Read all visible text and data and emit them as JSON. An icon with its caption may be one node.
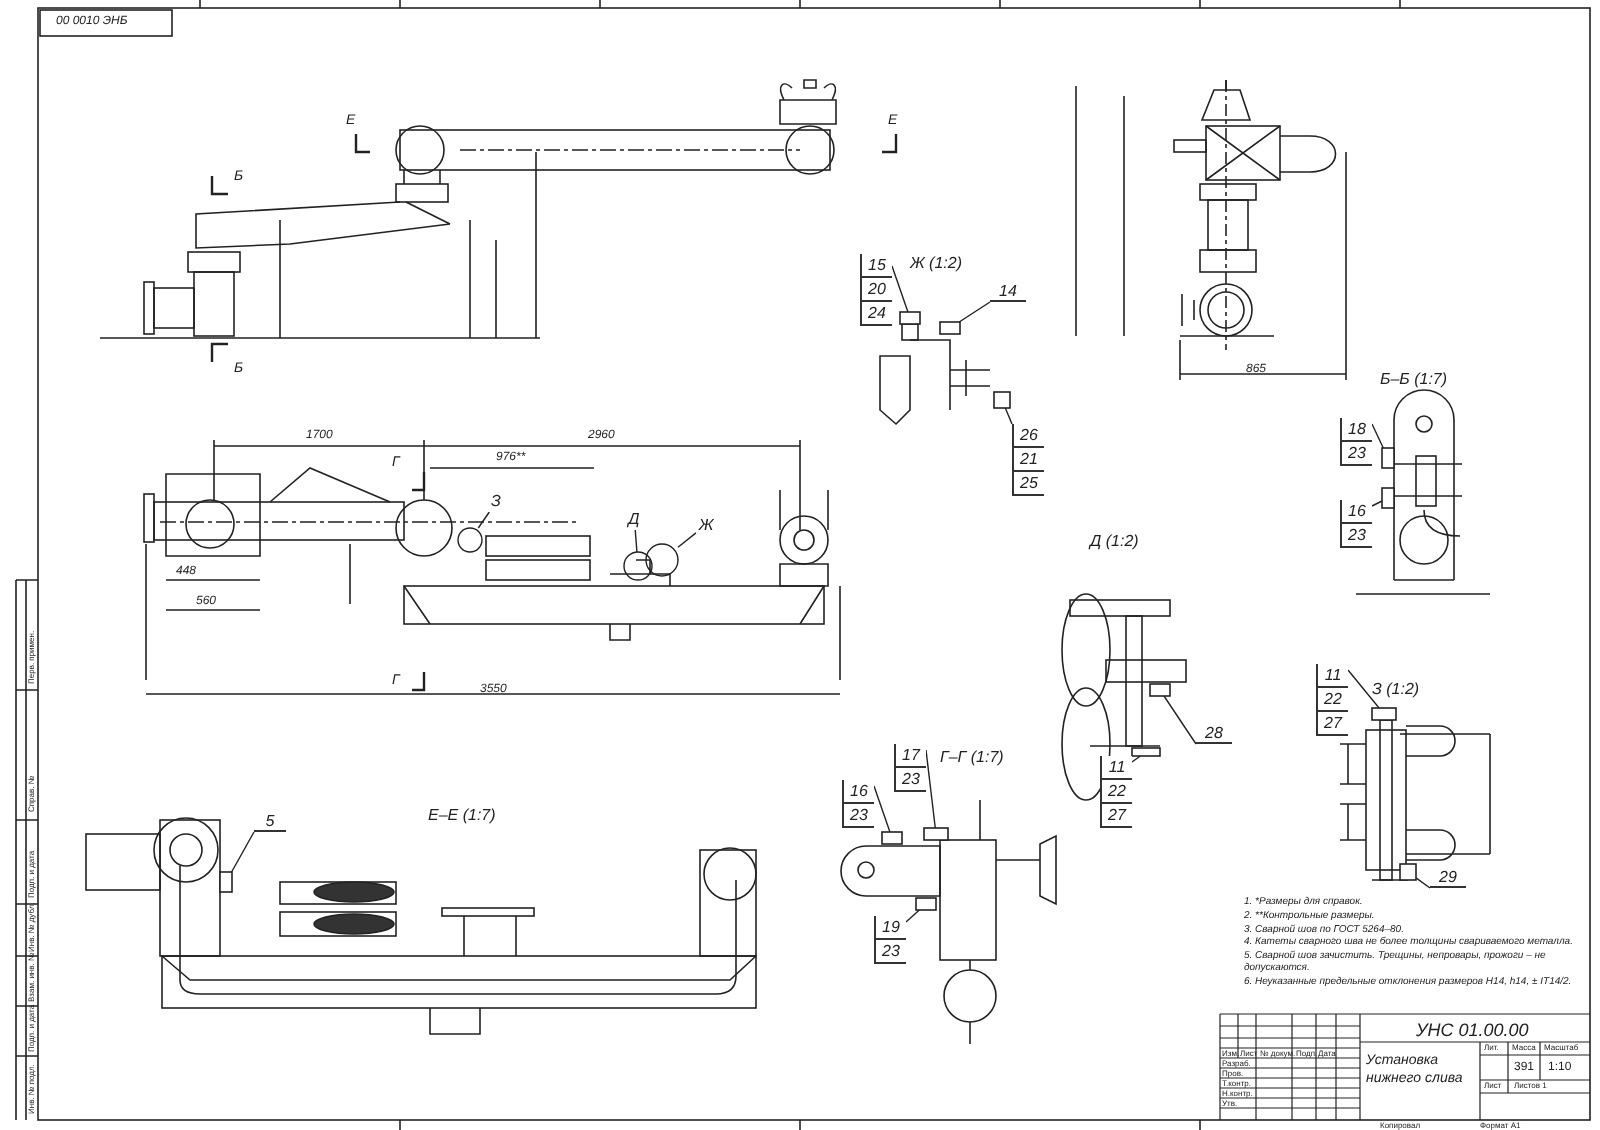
{
  "diagram": {
    "nodes": [
      {
        "text": [
          "15"
        ]
      },
      {
        "text": [
          "20"
        ]
      },
      {
        "text": [
          "24"
        ]
      },
      {
        "text": [
          "14"
        ]
      },
      {
        "text": [
          "26"
        ]
      },
      {
        "text": [
          "21"
        ]
      },
      {
        "text": [
          "25"
        ]
      },
      {
        "text": [
          "18"
        ]
      },
      {
        "text": [
          "23"
        ]
      },
      {
        "text": [
          "16"
        ]
      },
      {
        "text": [
          "23"
        ]
      },
      {
        "text": [
          "28"
        ]
      },
      {
        "text": [
          "11"
        ]
      },
      {
        "text": [
          "22"
        ]
      },
      {
        "text": [
          "27"
        ]
      },
      {
        "text": [
          "11"
        ]
      },
      {
        "text": [
          "22"
        ]
      },
      {
        "text": [
          "27"
        ]
      },
      {
        "text": [
          "29"
        ]
      },
      {
        "text": [
          "5"
        ]
      },
      {
        "text": [
          "17"
        ]
      },
      {
        "text": [
          "23"
        ]
      },
      {
        "text": [
          "16"
        ]
      },
      {
        "text": [
          "23"
        ]
      },
      {
        "text": [
          "19"
        ]
      },
      {
        "text": [
          "23"
        ]
      },
      {
        "text": [
          "Д"
        ]
      },
      {
        "text": [
          "Ж"
        ]
      },
      {
        "text": [
          "З"
        ]
      },
      {
        "text": [],
        "shape": "box"
      },
      {
        "text": [],
        "shape": "box"
      },
      {
        "text": [],
        "shape": "box"
      },
      {
        "text": [],
        "shape": "box"
      },
      {
        "text": [],
        "shape": "box"
      },
      {
        "text": [],
        "shape": "box"
      },
      {
        "text": [],
        "shape": "box"
      },
      {
        "text": [],
        "shape": "box"
      },
      {
        "text": [],
        "shape": "box"
      },
      {
        "text": [],
        "shape": "box"
      },
      {
        "text": [],
        "shape": "box"
      },
      {
        "text": [],
        "shape": "box"
      },
      {
        "text": [],
        "shape": "box"
      },
      {
        "text": [],
        "shape": "circle"
      },
      {
        "text": [],
        "shape": "circle"
      },
      {
        "text": [],
        "shape": "circle"
      }
    ],
    "edges": [
      {
        "from": 0,
        "to": 29,
        "arrow": "none"
      },
      {
        "from": 3,
        "to": 30,
        "arrow": "none"
      },
      {
        "from": 4,
        "to": 31,
        "arrow": "none"
      },
      {
        "from": 7,
        "to": 32,
        "arrow": "none"
      },
      {
        "from": 9,
        "to": 33,
        "arrow": "none"
      },
      {
        "from": 11,
        "to": 34,
        "arrow": "none"
      },
      {
        "from": 12,
        "to": 35,
        "arrow": "none"
      },
      {
        "from": 15,
        "to": 36,
        "arrow": "none"
      },
      {
        "from": 18,
        "to": 37,
        "arrow": "none"
      },
      {
        "from": 19,
        "to": 38,
        "arrow": "none"
      },
      {
        "from": 20,
        "to": 39,
        "arrow": "none"
      },
      {
        "from": 22,
        "to": 40,
        "arrow": "none"
      },
      {
        "from": 24,
        "to": 41,
        "arrow": "none"
      },
      {
        "from": 26,
        "to": 42,
        "arrow": "none"
      },
      {
        "from": 27,
        "to": 43,
        "arrow": "none"
      },
      {
        "from": 28,
        "to": 44,
        "arrow": "none"
      }
    ],
    "labels": [
      "00 0010 ЭНБ",
      "Е",
      "Е",
      "Б",
      "Ж (1:2)",
      "Б",
      "1700",
      "2960",
      "Г",
      "976**",
      "448",
      "560",
      "Г",
      "3550",
      "865",
      "Б–Б (1:7)",
      "Д (1:2)",
      "З (1:2)",
      "Г–Г (1:7)",
      "Е–Е (1:7)",
      "1. *Размеры для справок.",
      "2. **Контрольные размеры.",
      "3. Сварной шов по ГОСТ 5264–80.",
      "4. Катеты сварного шва не более толщины свариваемого металла.",
      "5. Сварной шов зачистить. Трещины, непровары, прожоги – не допускаются.",
      "6. Неуказанные предельные отклонения размеров H14, h14, ± IT14/2.",
      "УНС 01.00.00",
      "Установка нижнего слива",
      "Лит.",
      "Масса",
      "Масштаб",
      "391",
      "1:10",
      "Лист",
      "Листов 1",
      "Изм.",
      "Лист",
      "№ докум.",
      "Подп.",
      "Дата",
      "Разраб.",
      "Пров.",
      "Т.контр.",
      "Н.контр.",
      "Утв.",
      "Копировал",
      "Формат А1",
      "Перв. примен.",
      "Справ. №",
      "Подп. и дата",
      "Инв. № дубл.",
      "Взам. инв. №",
      "Подп. и дата",
      "Инв. № подл."
    ]
  }
}
